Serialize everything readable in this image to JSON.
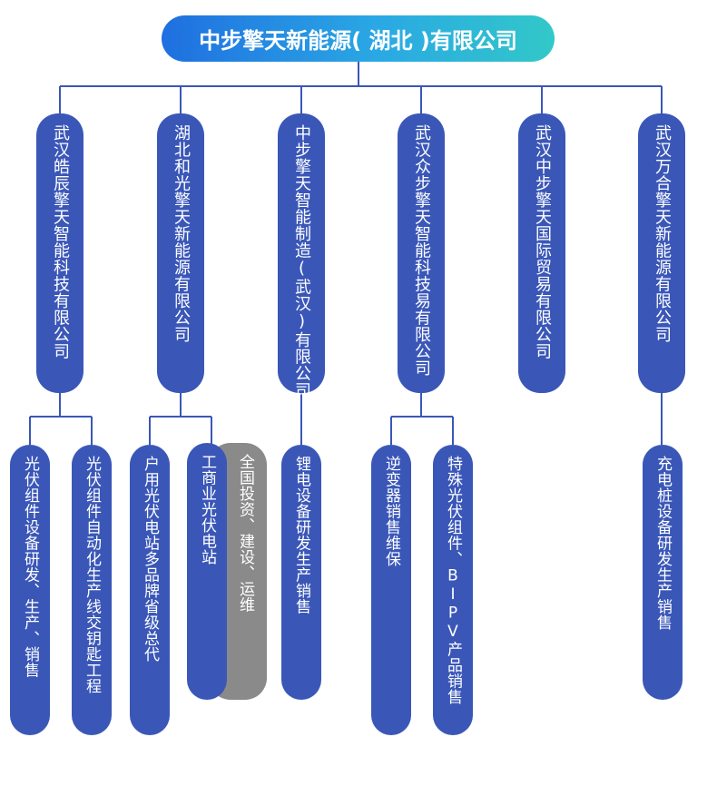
{
  "root": {
    "label": "中步擎天新能源( 湖北 )有限公司"
  },
  "subsidiaries": [
    {
      "label": "武汉皓辰擎天智能科技有限公司"
    },
    {
      "label": "湖北和光擎天新能源有限公司"
    },
    {
      "label": "中步擎天智能制造(武汉)有限公司"
    },
    {
      "label": "武汉众步擎天智能科技易有限公司"
    },
    {
      "label": "武汉中步擎天国际贸易有限公司"
    },
    {
      "label": "武汉万合擎天新能源有限公司"
    }
  ],
  "businesses": [
    {
      "label": "光伏组件设备研发、生产、销售"
    },
    {
      "label": "光伏组件自动化生产线交钥匙工程"
    },
    {
      "label": "户用光伏电站多品牌省级总代"
    },
    {
      "label": "工商业光伏电站"
    },
    {
      "label": "全国投资、建设、运维"
    },
    {
      "label": "锂电设备研发生产销售"
    },
    {
      "label": "逆变器销售维保"
    },
    {
      "label": "特殊光伏组件、BIPV产品销售"
    },
    {
      "label": "充电桩设备研发生产销售"
    }
  ],
  "colors": {
    "pill": "#3a57b8",
    "grey": "#8a8a8a",
    "line": "#3a57b8",
    "grad_start": "#1f6fe0",
    "grad_end": "#32c8c8"
  }
}
